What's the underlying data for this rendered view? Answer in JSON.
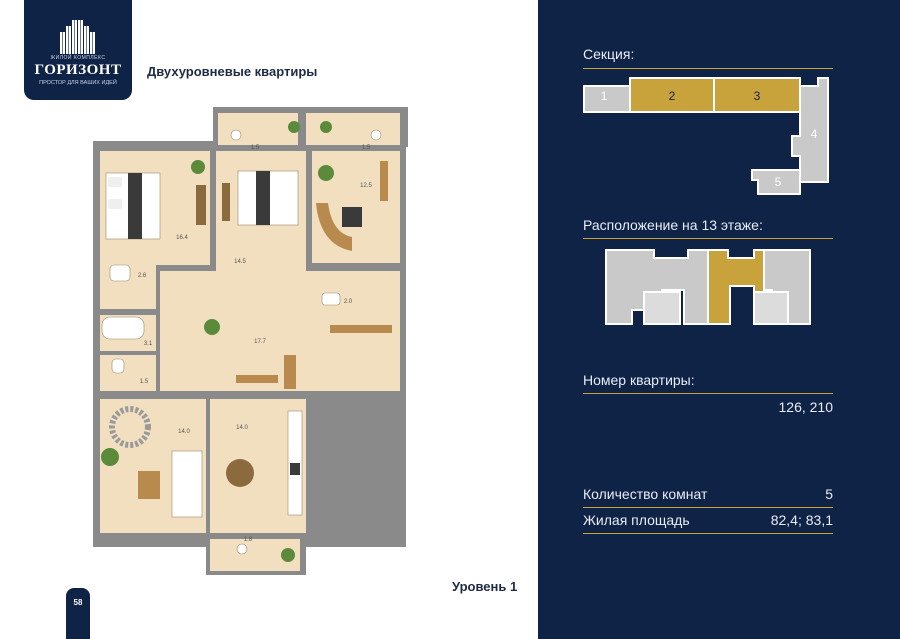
{
  "logo": {
    "small_text": "ЖИЛОЙ КОМПЛЕКС",
    "name": "ГОРИЗОНТ",
    "slogan": "ПРОСТОР ДЛЯ ВАШИХ ИДЕЙ"
  },
  "page": {
    "title": "Двухуровневые квартиры",
    "level": "Уровень 1",
    "number": "58"
  },
  "plan": {
    "rooms": [
      {
        "id": "bedroom-1",
        "area": "16.4"
      },
      {
        "id": "bedroom-2",
        "area": "14.5"
      },
      {
        "id": "office",
        "area": "12.5"
      },
      {
        "id": "balcony-1",
        "area": "1.5"
      },
      {
        "id": "balcony-2",
        "area": "1.5"
      },
      {
        "id": "bath-1",
        "area": "2.6"
      },
      {
        "id": "bath-2",
        "area": "2.0"
      },
      {
        "id": "bath-3",
        "area": "3.1"
      },
      {
        "id": "wc",
        "area": "1.5"
      },
      {
        "id": "hall",
        "area": "17.7"
      },
      {
        "id": "living",
        "area": "14.0"
      },
      {
        "id": "kitchen",
        "area": "14.0"
      },
      {
        "id": "balcony-3",
        "area": "1.8"
      }
    ]
  },
  "panel": {
    "section_label": "Секция:",
    "sections": [
      "1",
      "2",
      "3",
      "4",
      "5"
    ],
    "highlighted_sections": [
      "2",
      "3"
    ],
    "floor_label": "Расположение на 13 этаже:",
    "apartment_label": "Номер квартиры:",
    "apartment_value": "126, 210",
    "rooms_label": "Количество комнат",
    "rooms_value": "5",
    "area_label": "Жилая площадь",
    "area_value": "82,4; 83,1"
  },
  "colors": {
    "navy": "#0f2347",
    "gold": "#c8a23a",
    "section_gray": "#c9c9c9",
    "floor_beige": "#f1dfbf"
  }
}
